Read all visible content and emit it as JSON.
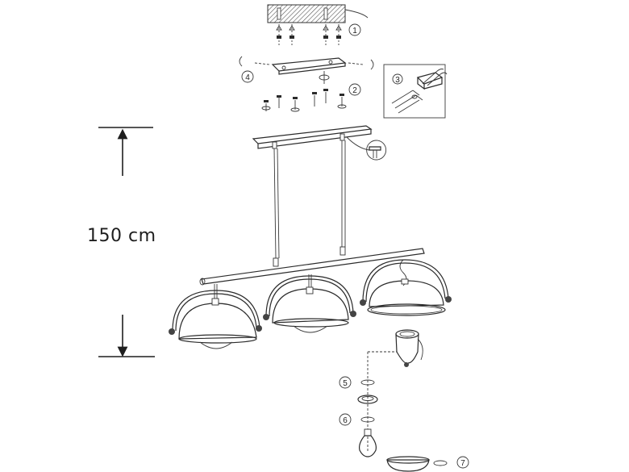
{
  "dimension": {
    "label": "150 cm"
  },
  "steps": [
    {
      "id": "1",
      "label": "1"
    },
    {
      "id": "2",
      "label": "2"
    },
    {
      "id": "3",
      "label": "3"
    },
    {
      "id": "4",
      "label": "4"
    },
    {
      "id": "5",
      "label": "5"
    },
    {
      "id": "6",
      "label": "6"
    },
    {
      "id": "7",
      "label": "7"
    }
  ],
  "colors": {
    "line": "#2b2b2b",
    "background": "#ffffff"
  }
}
